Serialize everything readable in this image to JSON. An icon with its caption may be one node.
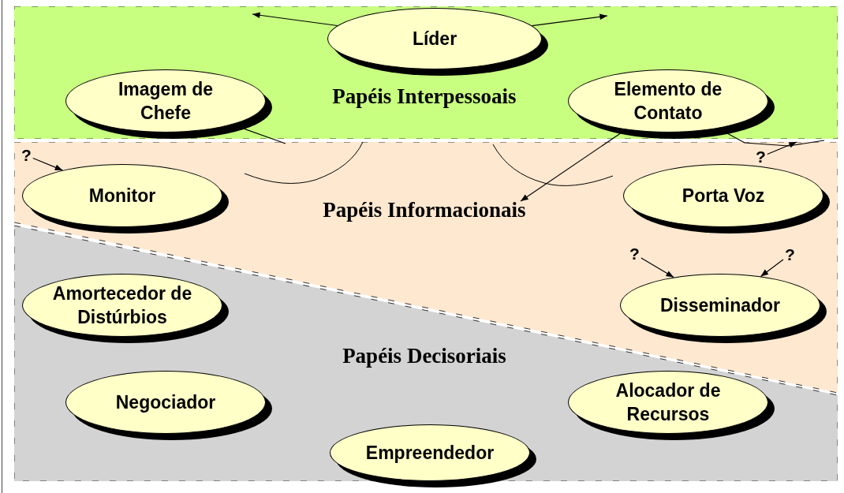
{
  "diagram": {
    "nodes": [
      {
        "text": [
          "Papéis Interpessoais"
        ]
      },
      {
        "text": [
          "Líder"
        ],
        "in": 0
      },
      {
        "text": [
          "Imagem de Chefe"
        ],
        "in": 0
      },
      {
        "text": [
          "Elemento de Contato"
        ],
        "in": 0
      },
      {
        "text": [
          "Papéis Informacionais"
        ]
      },
      {
        "text": [
          "?"
        ],
        "in": 4
      },
      {
        "text": [
          "Monitor"
        ],
        "in": 4
      },
      {
        "text": [
          "?"
        ],
        "in": 4
      },
      {
        "text": [
          "Porta Voz"
        ],
        "in": 4
      },
      {
        "text": [
          "?"
        ],
        "in": 4
      },
      {
        "text": [
          "?"
        ],
        "in": 4
      },
      {
        "text": [
          "Disseminador"
        ],
        "in": 4
      },
      {
        "text": [
          "Papéis Decisoriais"
        ]
      },
      {
        "text": [
          "Amortecedor de Distúrbios"
        ],
        "in": 12
      },
      {
        "text": [
          "Negociador"
        ],
        "in": 12
      },
      {
        "text": [
          "Empreendedor"
        ],
        "in": 12
      },
      {
        "text": [
          "Alocador de Recursos"
        ],
        "in": 12
      }
    ],
    "edges": [
      {
        "from": 1,
        "to": null,
        "arrow": "to"
      },
      {
        "from": 1,
        "to": null,
        "arrow": "to"
      },
      {
        "from": 3,
        "to": null,
        "arrow": "to"
      },
      {
        "from": 5,
        "to": 6,
        "arrow": "to"
      },
      {
        "from": 7,
        "to": 0,
        "arrow": "to"
      },
      {
        "from": 9,
        "to": 11,
        "arrow": "to"
      },
      {
        "from": 10,
        "to": 11,
        "arrow": "to"
      },
      {
        "from": 2,
        "to": 4,
        "arrow": "none"
      },
      {
        "from": 3,
        "to": 4,
        "arrow": "none"
      }
    ]
  }
}
